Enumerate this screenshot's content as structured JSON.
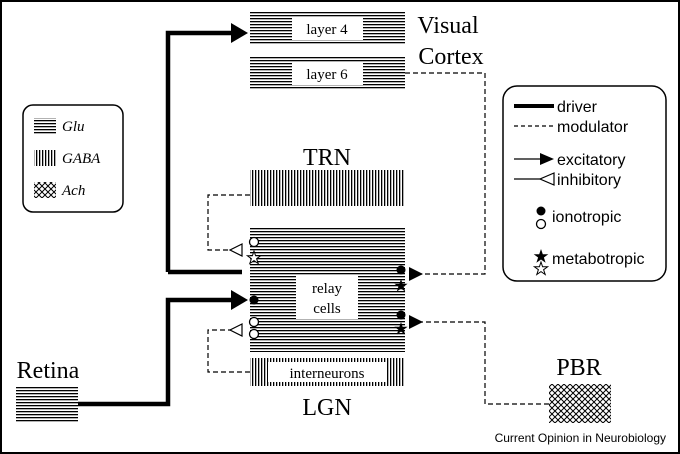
{
  "regions": {
    "visual_cortex_line1": "Visual",
    "visual_cortex_line2": "Cortex",
    "layer4": "layer 4",
    "layer6": "layer 6",
    "trn": "TRN",
    "relay_line1": "relay",
    "relay_line2": "cells",
    "interneurons": "interneurons",
    "lgn": "LGN",
    "retina": "Retina",
    "pbr": "PBR"
  },
  "transmitter_legend": {
    "glu": "Glu",
    "gaba": "GABA",
    "ach": "Ach"
  },
  "pathway_legend": {
    "driver": "driver",
    "modulator": "modulator",
    "excitatory": "excitatory",
    "inhibitory": "inhibitory",
    "ionotropic": "ionotropic",
    "metabotropic": "metabotropic"
  },
  "credit": "Current Opinion in Neurobiology",
  "colors": {
    "ink": "#000000",
    "background": "#ffffff"
  }
}
